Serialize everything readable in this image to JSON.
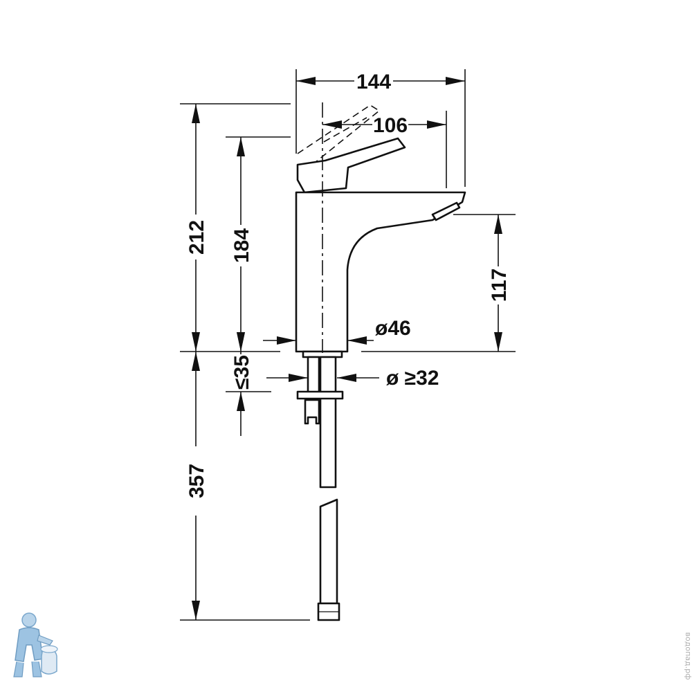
{
  "drawing": {
    "dimensions": {
      "overall_width": "144",
      "spout_reach": "106",
      "overall_height": "212",
      "spout_body_height": "184",
      "spout_outlet_height": "117",
      "body_diameter": "ø46",
      "max_deck_thickness": "≤35",
      "hole_diameter": "ø ≥32",
      "hose_length": "357"
    },
    "watermark": "водопад.рф"
  }
}
